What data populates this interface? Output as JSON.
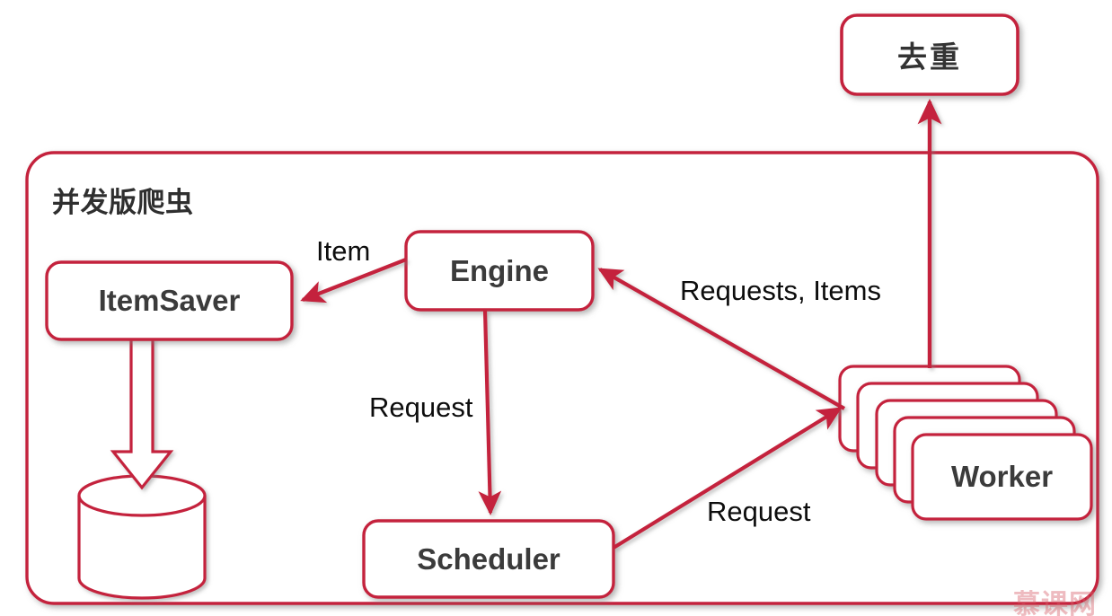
{
  "diagram": {
    "container": {
      "title": "并发版爬虫",
      "accent_color": "#c4243c",
      "background_color": "#ffffff",
      "text_color": "#3b3b3b"
    },
    "nodes": {
      "dedupe": "去重",
      "item_saver": "ItemSaver",
      "engine": "Engine",
      "scheduler": "Scheduler",
      "worker": "Worker",
      "datastore": ""
    },
    "edges": {
      "engine_to_itemsaver": "Item",
      "engine_to_scheduler": "Request",
      "scheduler_to_worker": "Request",
      "worker_to_engine": "Requests, Items",
      "worker_to_dedupe": "",
      "itemsaver_to_datastore": ""
    },
    "watermark": "慕课网"
  }
}
